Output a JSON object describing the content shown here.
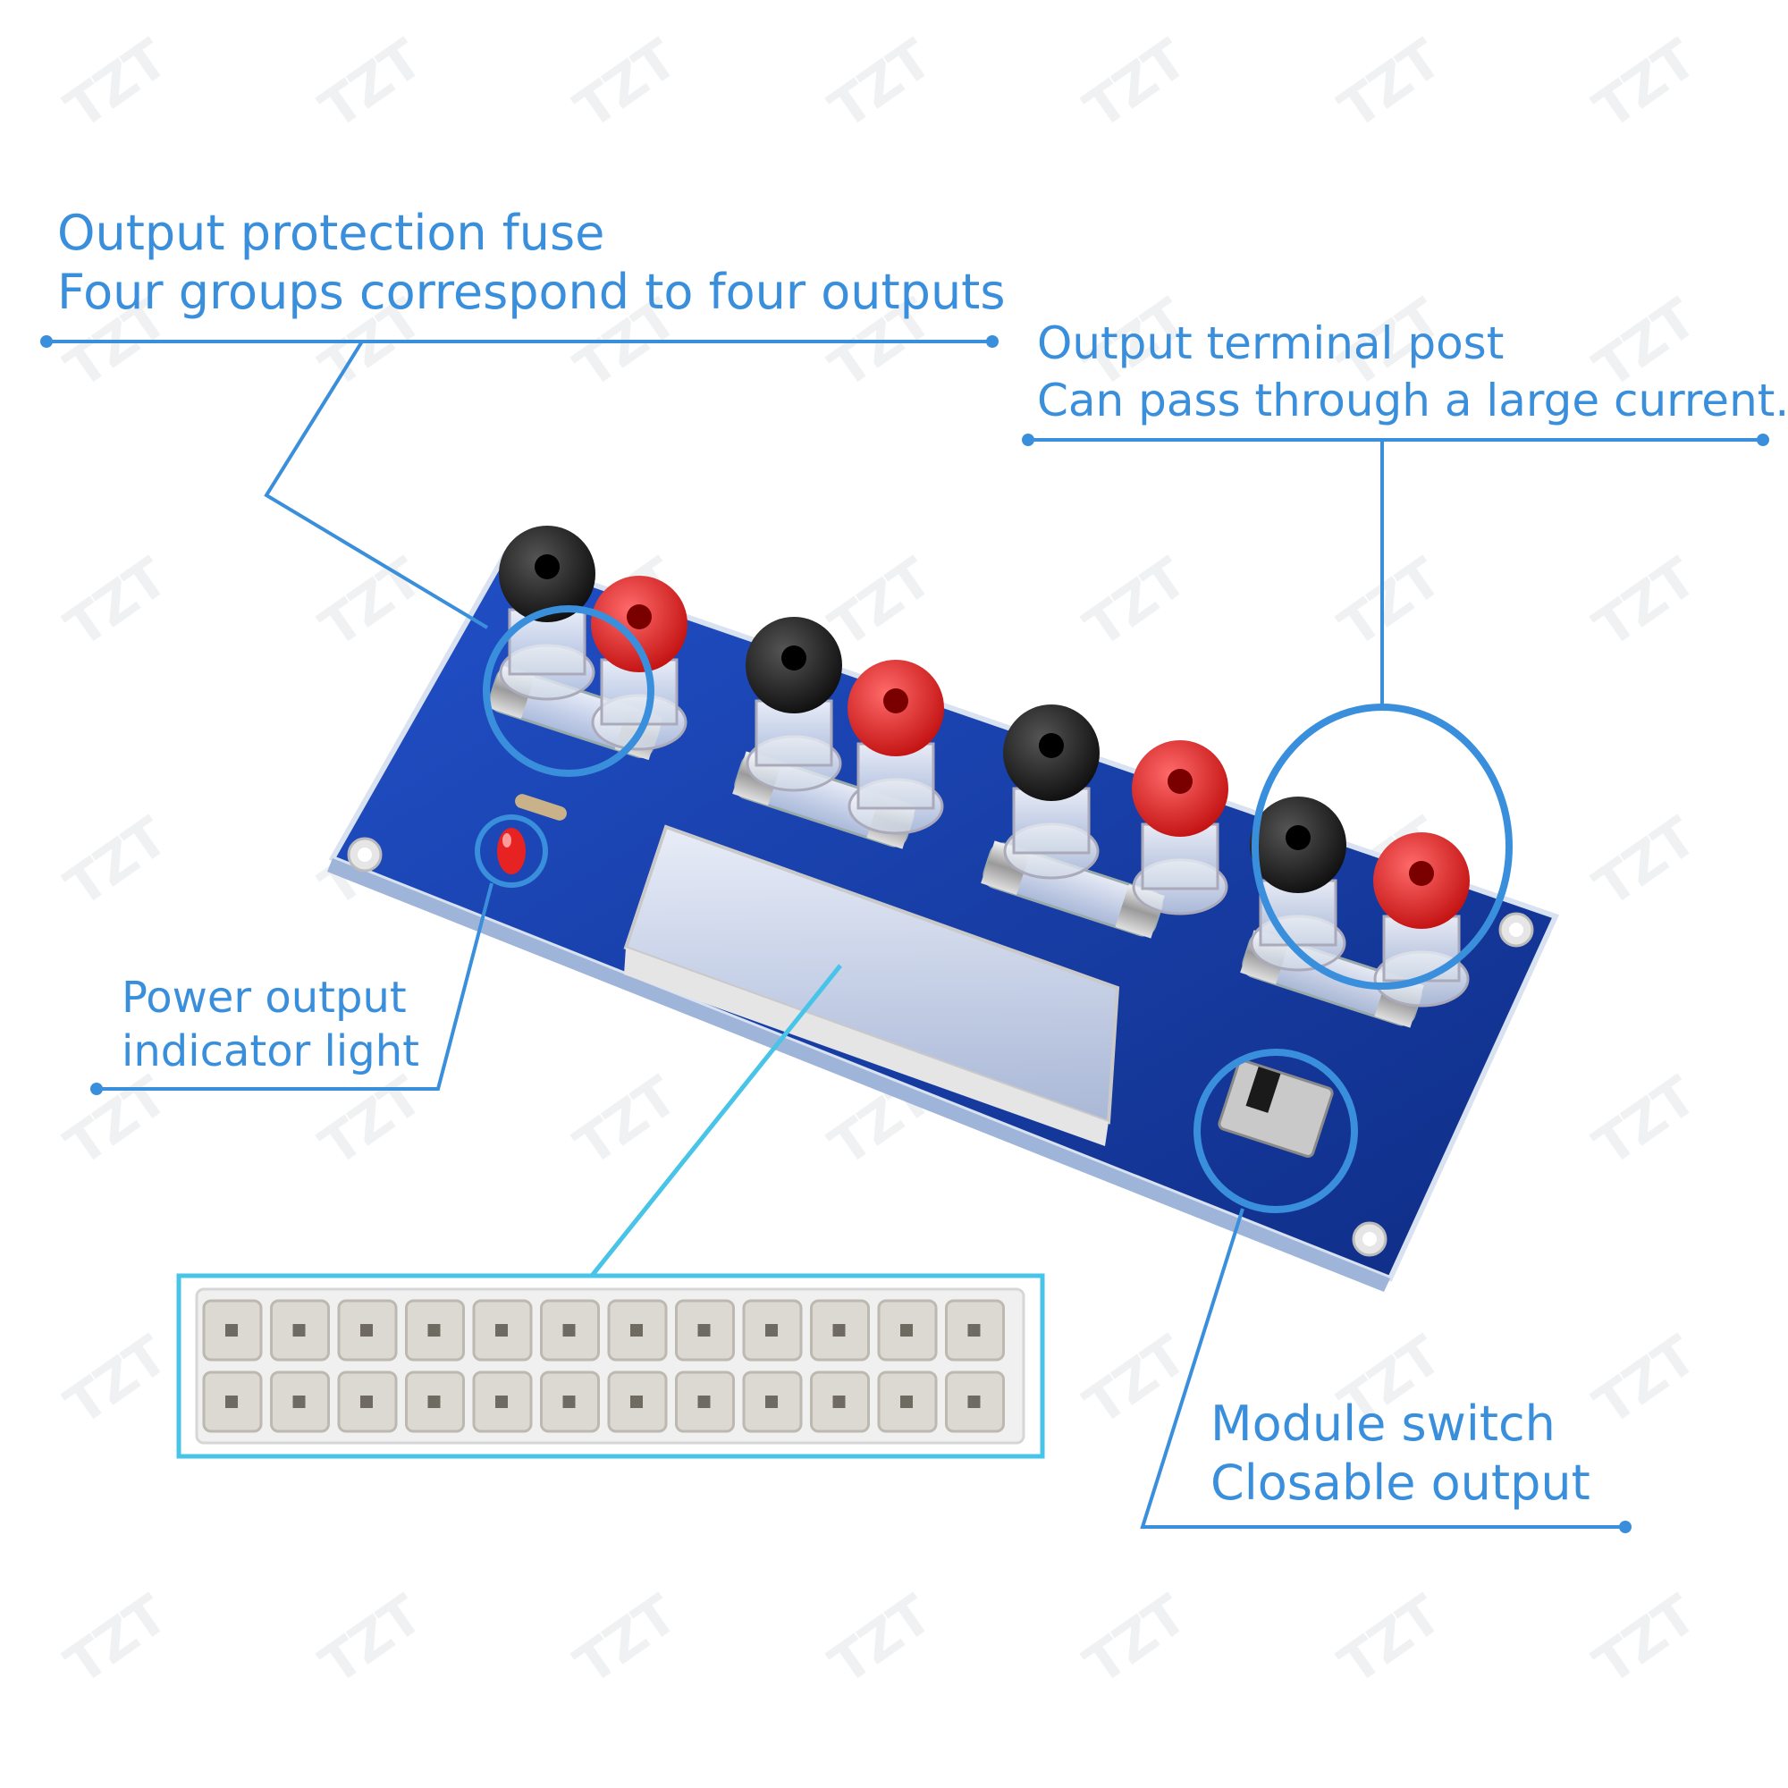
{
  "annotations": {
    "fuse": {
      "line1": "Output protection fuse",
      "line2": "Four groups correspond to four outputs"
    },
    "terminal_post": {
      "line1": "Output terminal post",
      "line2": "Can pass through a large current."
    },
    "indicator_light": {
      "line1": "Power output",
      "line2": "indicator light"
    },
    "module_switch": {
      "line1": "Module switch",
      "line2": "Closable output"
    }
  },
  "watermark": "TZT",
  "colors": {
    "annotation_blue": "#3a8fdc",
    "connector_highlight": "#47c4e8",
    "pcb_blue": "#1a3fa8",
    "post_red": "#e11d1d",
    "post_black": "#1a1a1a",
    "connector_white": "#f2f2f2"
  },
  "icons": [
    "fuse-icon",
    "binding-post-icon",
    "led-icon",
    "slide-switch-icon",
    "atx-connector-icon"
  ]
}
